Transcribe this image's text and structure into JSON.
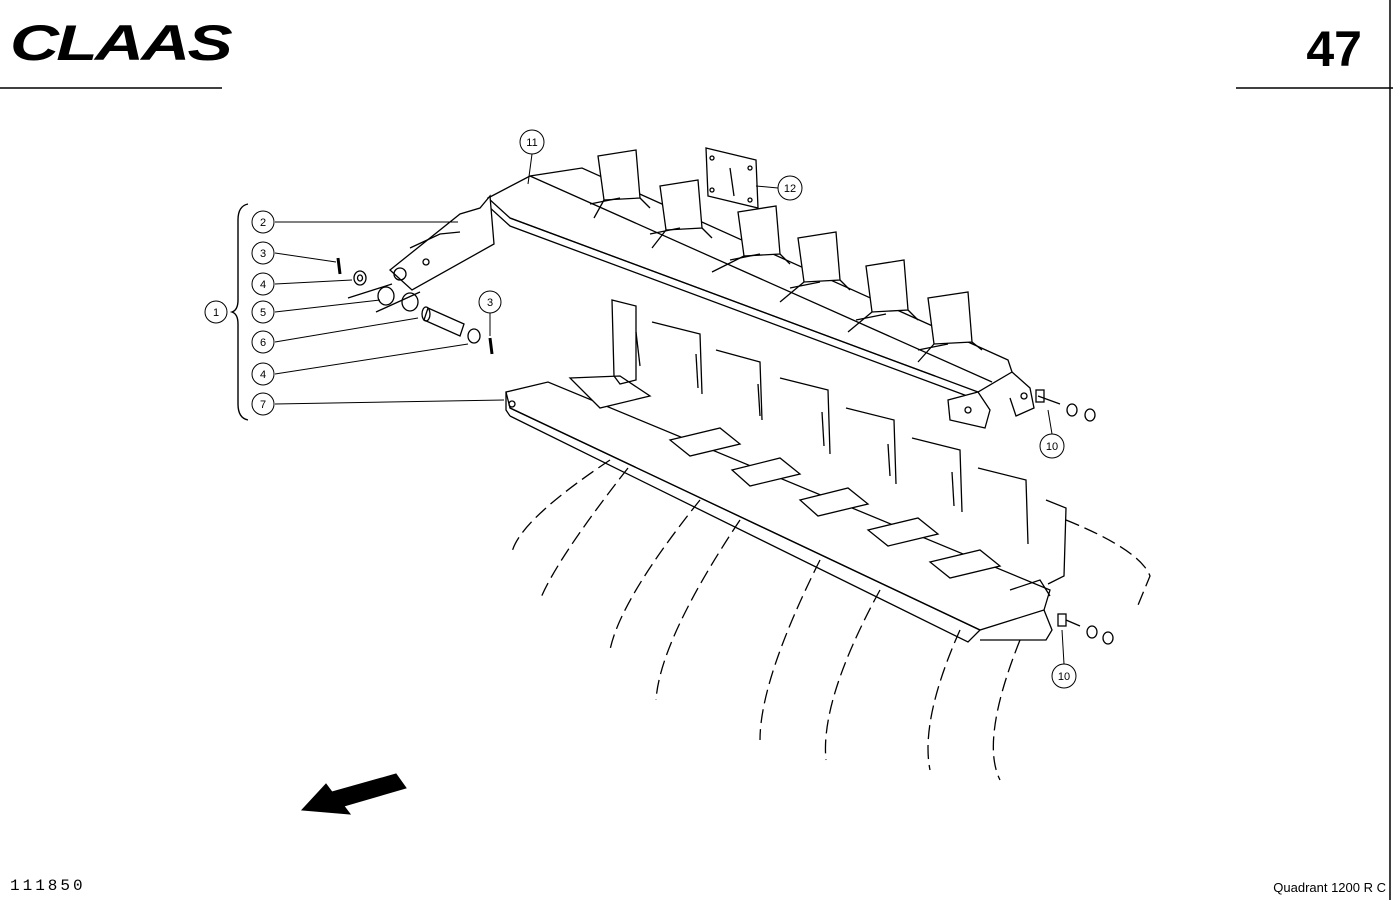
{
  "header": {
    "brand": "CLAAS",
    "page_number": "47"
  },
  "footer": {
    "drawing_number": "111850",
    "model": "Quadrant 1200 R C"
  },
  "callouts": [
    "1",
    "2",
    "3",
    "4",
    "5",
    "6",
    "4",
    "7",
    "3",
    "10",
    "10",
    "11",
    "12"
  ]
}
